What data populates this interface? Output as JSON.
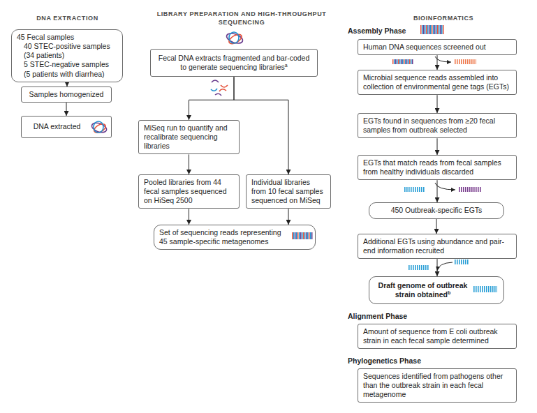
{
  "diagram": {
    "nodes": [
      {
        "text": [
          "DNA EXTRACTION"
        ]
      },
      {
        "text": [
          "45 Fecal samples",
          "40 STEC-positive samples (34 patients)",
          "5 STEC-negative samples (5 patients with diarrhea)"
        ],
        "in": 0
      },
      {
        "text": [
          "Samples homogenized"
        ],
        "in": 0
      },
      {
        "text": [
          "DNA extracted"
        ],
        "in": 0
      },
      {
        "text": [
          "LIBRARY PREPARATION AND HIGH-THROUGHPUT SEQUENCING"
        ]
      },
      {
        "text": [
          "Fecal DNA extracts fragmented and bar-coded to generate sequencing libraries",
          "a"
        ],
        "in": 4
      },
      {
        "text": [
          "MiSeq run to quantify and recalibrate sequencing libraries"
        ],
        "in": 4
      },
      {
        "text": [
          "Pooled libraries from 44 fecal samples sequenced on HiSeq 2500"
        ],
        "in": 4
      },
      {
        "text": [
          "Individual libraries from 10 fecal samples sequenced on MiSeq"
        ],
        "in": 4
      },
      {
        "text": [
          "Set of sequencing reads representing 45 sample-specific metagenomes"
        ],
        "in": 4
      },
      {
        "text": [
          "BIOINFORMATICS"
        ]
      },
      {
        "text": [
          "Human DNA sequences screened out"
        ],
        "in": 10
      },
      {
        "text": [
          "Microbial sequence reads assembled into collection of environmental gene tags (EGTs)"
        ],
        "in": 10
      },
      {
        "text": [
          "EGTs found in sequences from ≥20 fecal samples from outbreak selected"
        ],
        "in": 10
      },
      {
        "text": [
          "EGTs that match reads from fecal samples from healthy individuals discarded"
        ],
        "in": 10
      },
      {
        "text": [
          "450 Outbreak-specific EGTs"
        ],
        "in": 10
      },
      {
        "text": [
          "Additional EGTs using abundance and pair-end information recruited"
        ],
        "in": 10
      },
      {
        "text": [
          "Draft genome of outbreak strain obtained",
          "b"
        ],
        "in": 10
      },
      {
        "text": [
          "Amount of sequence from E coli outbreak strain in each fecal sample determined"
        ],
        "in": 10
      },
      {
        "text": [
          "Sequences identified from pathogens other than the outbreak strain in each fecal metagenome"
        ],
        "in": 10
      }
    ],
    "edges": [
      {
        "from": 1,
        "to": 2,
        "arrow": "to"
      },
      {
        "from": 2,
        "to": 3,
        "arrow": "to"
      },
      {
        "from": 5,
        "to": 6,
        "arrow": "to"
      },
      {
        "from": 5,
        "to": 8,
        "arrow": "to"
      },
      {
        "from": 6,
        "to": 7,
        "arrow": "to"
      },
      {
        "from": 7,
        "to": 9,
        "arrow": "to"
      },
      {
        "from": 8,
        "to": 9,
        "arrow": "to"
      },
      {
        "from": 11,
        "to": 12,
        "arrow": "to"
      },
      {
        "from": 12,
        "to": 13,
        "arrow": "to"
      },
      {
        "from": 13,
        "to": 14,
        "arrow": "to"
      },
      {
        "from": 14,
        "to": 15,
        "arrow": "to"
      },
      {
        "from": 15,
        "to": 16,
        "arrow": "to"
      },
      {
        "from": 16,
        "to": 17,
        "arrow": "to"
      }
    ],
    "labels": [
      "Assembly Phase",
      "Alignment Phase",
      "Phylogenetics Phase"
    ]
  }
}
